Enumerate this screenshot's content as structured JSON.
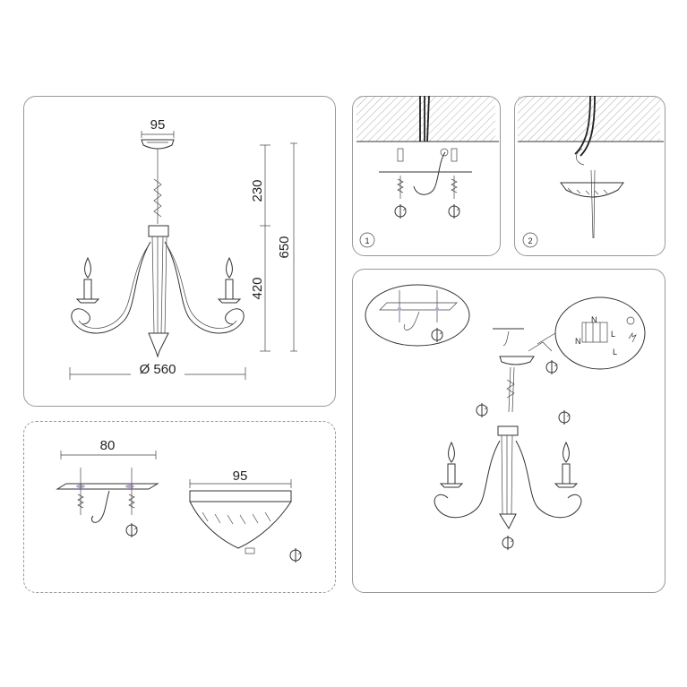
{
  "main": {
    "dim_canopy_width": "95",
    "dim_upper_height": "230",
    "dim_lower_height": "420",
    "dim_total_height": "650",
    "dim_diameter": "Ø 560"
  },
  "bracket": {
    "dim_width": "80"
  },
  "canopy": {
    "dim_width": "95"
  },
  "steps": {
    "step1": "1",
    "step2": "2"
  },
  "wiring": {
    "label_n1": "N",
    "label_l1": "L",
    "label_n2": "N",
    "label_l2": "L"
  }
}
